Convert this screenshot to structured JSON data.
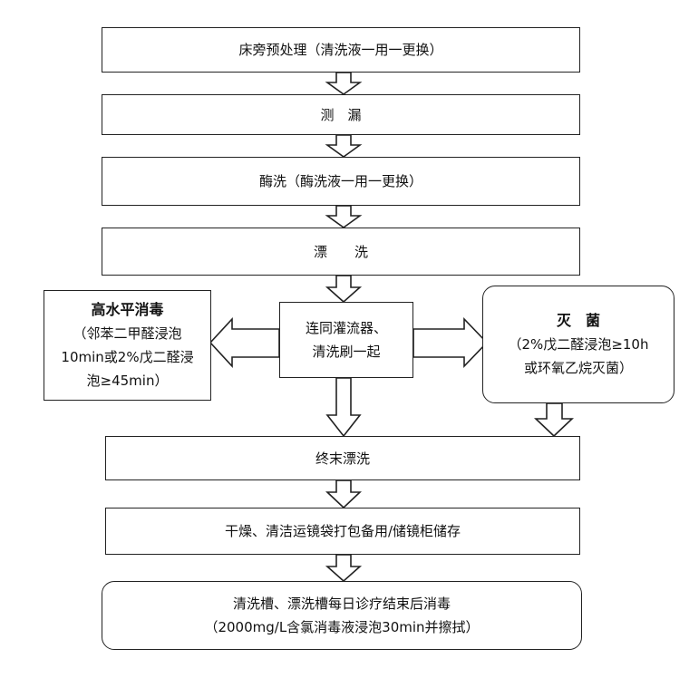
{
  "steps": {
    "bedside": "床旁预处理（清洗液一用一更换）",
    "leak_test": "测　漏",
    "enzyme_wash": "酶洗（酶洗液一用一更换）",
    "rinse": "漂　　洗",
    "center_line1": "连同灌流器、",
    "center_line2": "清洗刷一起",
    "hld_title": "高水平消毒",
    "hld_line1": "（邻苯二甲醛浸泡",
    "hld_line2": "10min或2%戊二醛浸",
    "hld_line3": "泡≥45min）",
    "steril_title": "灭　菌",
    "steril_line1": "（2%戊二醛浸泡≥10h",
    "steril_line2": "或环氧乙烷灭菌）",
    "final_rinse": "终末漂洗",
    "dry_store": "干燥、清洁运镜袋打包备用/储镜柜储存",
    "daily_line1": "清洗槽、漂洗槽每日诊疗结束后消毒",
    "daily_line2": "（2000mg/L含氯消毒液浸泡30min并擦拭）"
  }
}
